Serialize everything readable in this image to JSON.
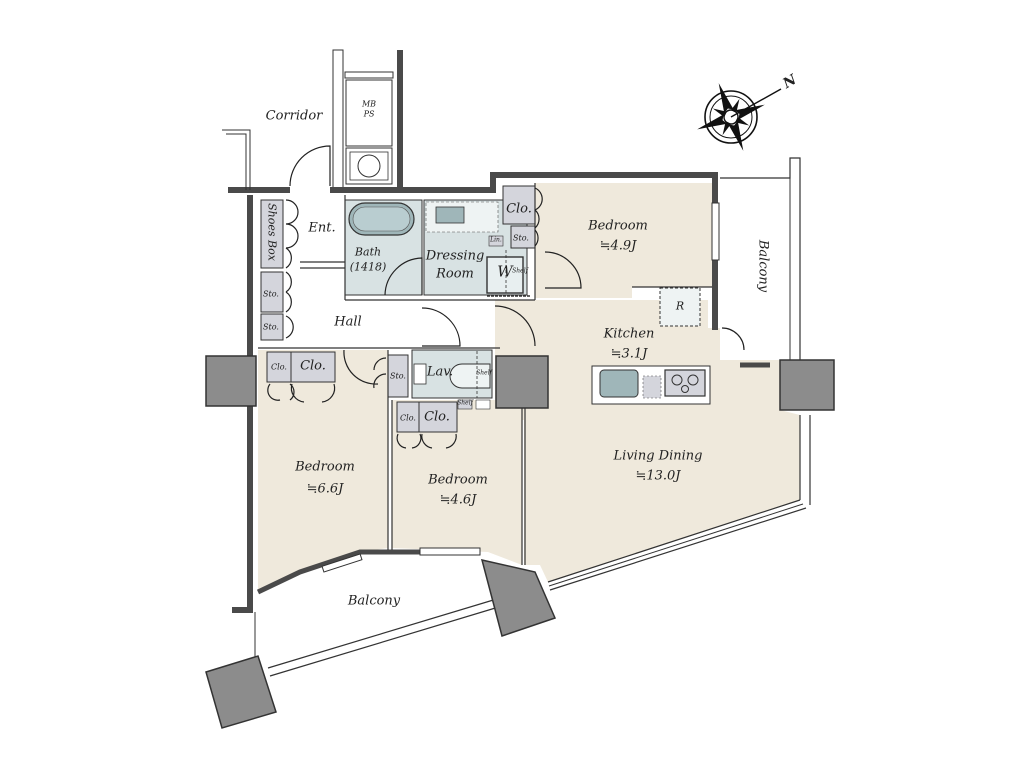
{
  "colors": {
    "room_fill": "#efe9dc",
    "wet_fill": "#d8e2e3",
    "storage_fill": "#d4d5dc",
    "wall": "#4a4a4a",
    "column": "#8c8c8c",
    "outline": "#333333",
    "background": "#ffffff"
  },
  "compass": {
    "north_label": "N"
  },
  "rooms": {
    "corridor": {
      "label": "Corridor"
    },
    "mbps": {
      "line1": "MB",
      "line2": "PS"
    },
    "entrance": {
      "label": "Ent."
    },
    "shoes_box": {
      "label": "Shoes Box"
    },
    "sto1": {
      "label": "Sto."
    },
    "sto2": {
      "label": "Sto."
    },
    "hall": {
      "label": "Hall"
    },
    "bath": {
      "label": "Bath",
      "size": "(1418)"
    },
    "dressing_room": {
      "line1": "Dressing",
      "line2": "Room"
    },
    "lin": {
      "label": "Lin."
    },
    "washer": {
      "label": "W",
      "shelf": "Shelf"
    },
    "bedroom_ne": {
      "label": "Bedroom",
      "area": "≒4.9J"
    },
    "clo_ne": {
      "label": "Clo."
    },
    "sto_ne": {
      "label": "Sto."
    },
    "balcony_east": {
      "label": "Balcony"
    },
    "fridge": {
      "label": "R"
    },
    "kitchen": {
      "label": "Kitchen",
      "area": "≒3.1J"
    },
    "clo_w_small": {
      "label": "Clo."
    },
    "clo_w_big": {
      "label": "Clo."
    },
    "sto_lav": {
      "label": "Sto."
    },
    "lavatory": {
      "label": "Lav.",
      "shelf1": "Shelf",
      "shelf2": "Shelf"
    },
    "clo_mid_small": {
      "label": "Clo."
    },
    "clo_mid_big": {
      "label": "Clo."
    },
    "bedroom_w": {
      "label": "Bedroom",
      "area": "≒6.6J"
    },
    "bedroom_mid": {
      "label": "Bedroom",
      "area": "≒4.6J"
    },
    "living_dining": {
      "label": "Living Dining",
      "area": "≒13.0J"
    },
    "balcony_south": {
      "label": "Balcony"
    }
  }
}
